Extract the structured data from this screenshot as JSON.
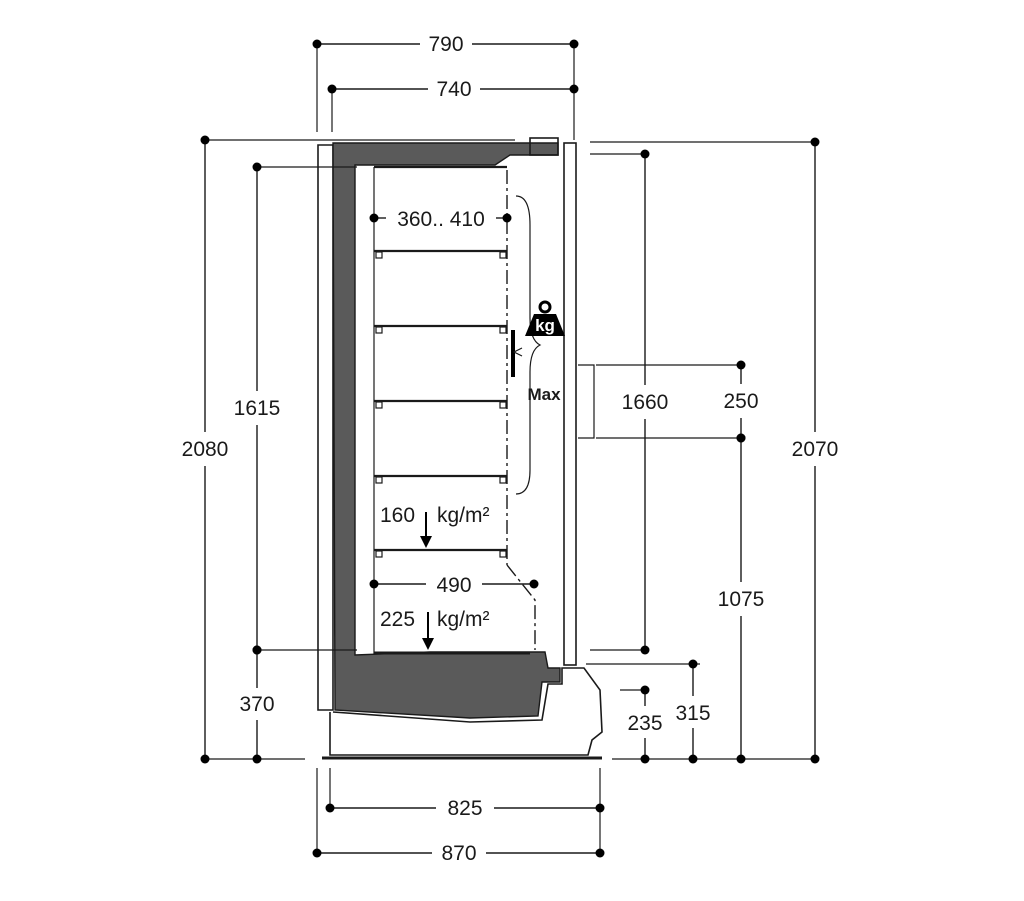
{
  "dimensions": {
    "overall_depth_top": "790",
    "inner_depth_top": "740",
    "shelf_depth": "360.. 410",
    "base_shelf_depth": "490",
    "base_depth": "825",
    "overall_depth_bottom": "870",
    "total_height_left": "2080",
    "loading_height": "1615",
    "base_height_left": "370",
    "display_height": "1660",
    "handle_height": "250",
    "total_height_right": "2070",
    "handle_position": "1075",
    "bumper_height": "315",
    "bumper_low": "235"
  },
  "loads": {
    "shelf_load_value": "160",
    "shelf_load_unit": "kg/m²",
    "base_load_value": "225",
    "base_load_unit": "kg/m²",
    "weight_icon_label": "kg",
    "max_label": "Max"
  },
  "colors": {
    "insulation": "#5a5a5a",
    "line": "#1a1a1a"
  }
}
